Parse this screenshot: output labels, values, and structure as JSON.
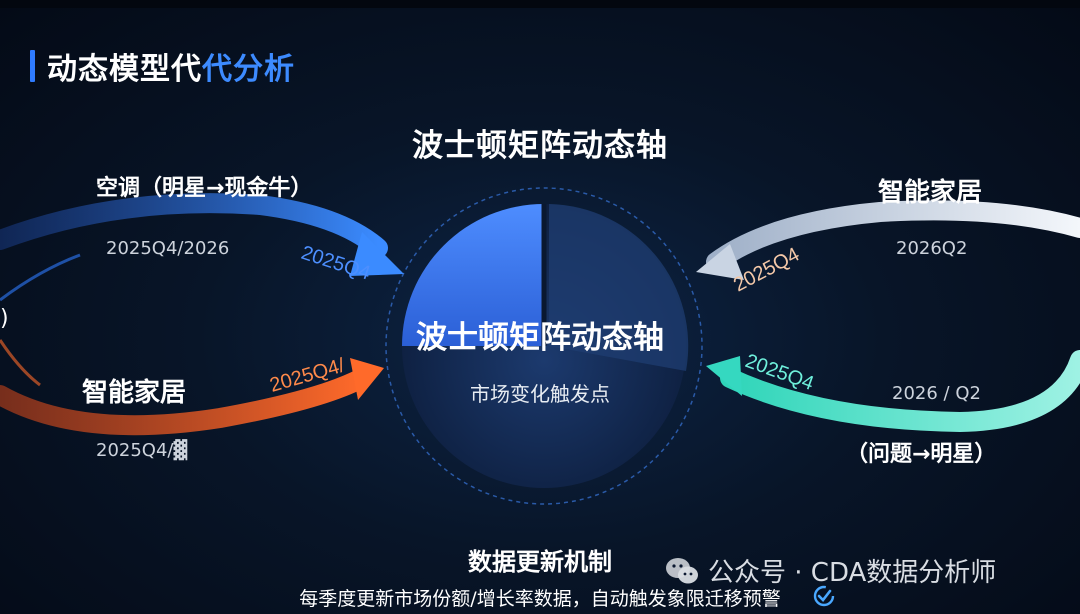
{
  "slide_title": {
    "part1": "动态模型代",
    "part2": "代分析"
  },
  "main_title": "波士顿矩阵动态轴",
  "center": {
    "title": "波士顿矩阵动态轴",
    "subtitle": "市场变化触发点"
  },
  "left_top": {
    "title": "空调（明星→现金牛）",
    "date": "2025Q4/2026",
    "arrow_label": "2025Q4"
  },
  "left_bottom": {
    "title": "智能家居",
    "date": "2025Q4/▓",
    "arrow_label": "2025Q4/"
  },
  "right_top": {
    "title": "智能家居",
    "date": "2026Q2",
    "arrow_label": "2025Q4"
  },
  "right_bottom": {
    "title": "（问题→明星）",
    "date": "2026 / Q2",
    "arrow_label": "2025Q4"
  },
  "left_edge_mark": ")",
  "footer": {
    "title": "数据更新机制",
    "desc": "每季度更新市场份额/增长率数据，自动触发象限迁移预警"
  },
  "watermark": {
    "text": "公众号 · CDA数据分析师"
  },
  "colors": {
    "blue": "#2f7bff",
    "orange": "#ff6a2a",
    "teal": "#35d8c0",
    "silver": "#d8e2ef",
    "bg": "#081528"
  }
}
